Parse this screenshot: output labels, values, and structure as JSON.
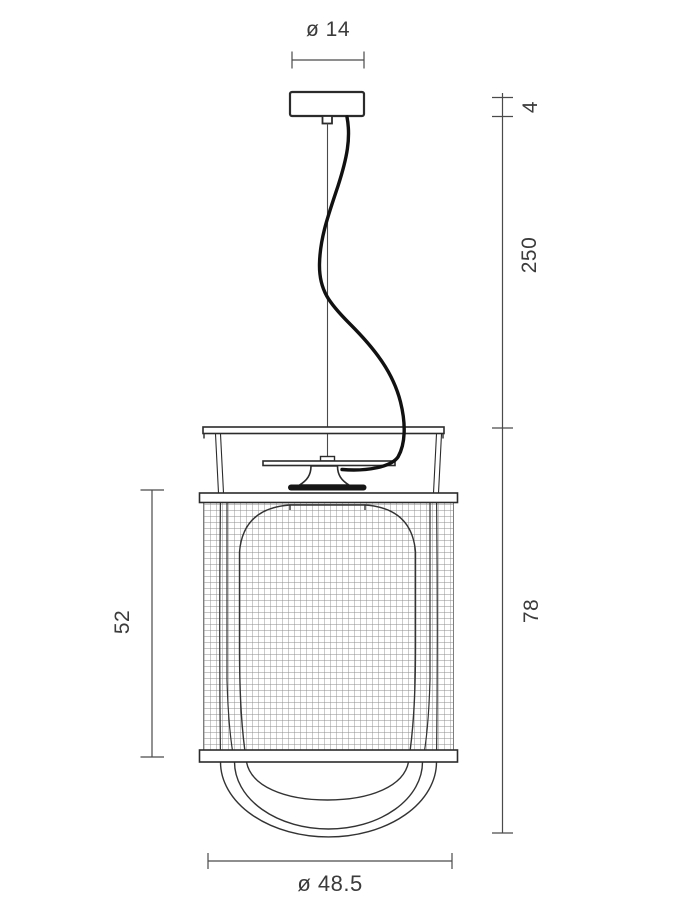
{
  "diagram": {
    "type": "technical-dimension-drawing",
    "subject": "pendant lamp with wire-mesh cylindrical shade",
    "dimensions": {
      "canopy_diameter": {
        "label": "ø 14"
      },
      "canopy_height": {
        "label": "4"
      },
      "cable_drop": {
        "label": "250"
      },
      "shade_height": {
        "label": "78"
      },
      "mesh_height": {
        "label": "52"
      },
      "shade_diameter": {
        "label": "ø 48.5"
      }
    },
    "colors": {
      "background": "#ffffff",
      "outline": "#2b2b2b",
      "dimension_line": "#4a4a4a",
      "cable": "#111111",
      "mesh_grid": "#8c8c8c",
      "text": "#3b3b3b"
    }
  }
}
